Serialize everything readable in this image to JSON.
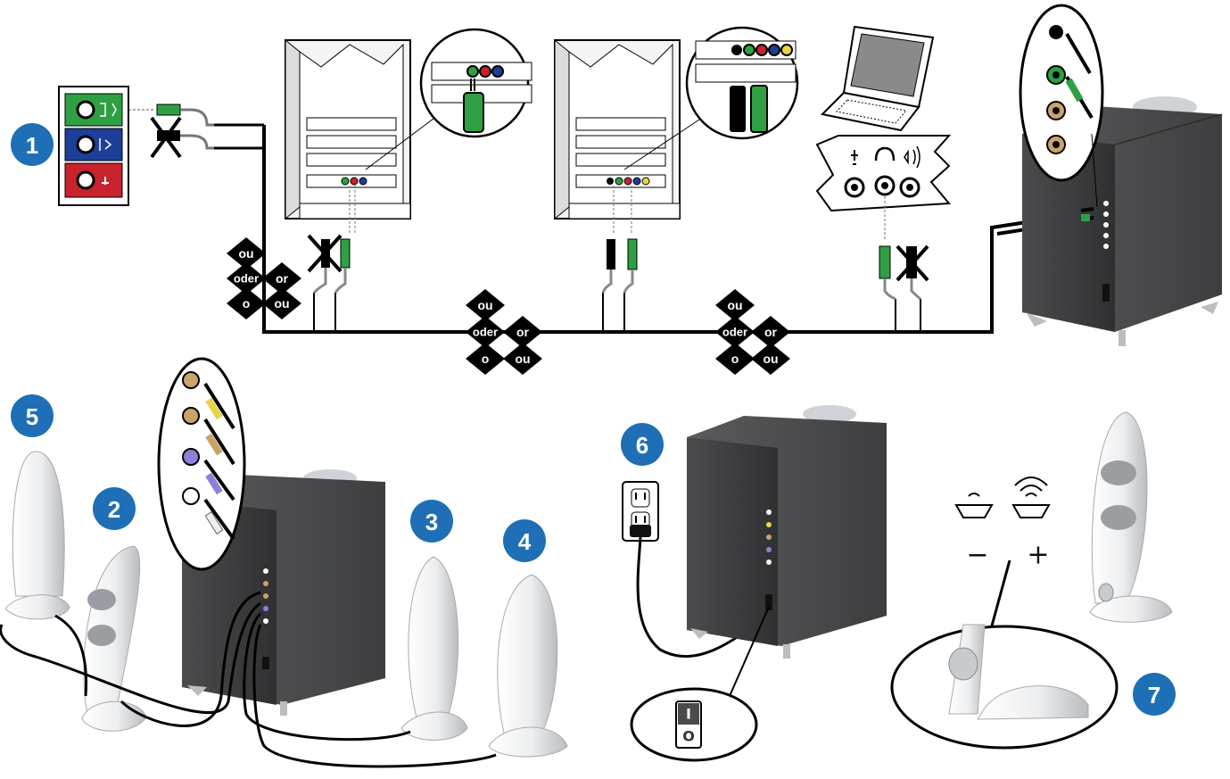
{
  "steps": [
    "1",
    "2",
    "3",
    "4",
    "5",
    "6",
    "7"
  ],
  "alternatives": {
    "group1": {
      "ou_top": "ou",
      "oder": "oder",
      "or": "or",
      "o": "o",
      "ou_bottom": "ou"
    },
    "group2": {
      "ou_top": "ou",
      "oder": "oder",
      "or": "or",
      "o": "o",
      "ou_bottom": "ou"
    },
    "group3": {
      "ou_top": "ou",
      "oder": "oder",
      "or": "or",
      "o": "o",
      "ou_bottom": "ou"
    }
  },
  "volume": {
    "minus": "−",
    "plus": "+"
  },
  "power_switch": {
    "on": "I",
    "off": "O"
  },
  "icons": [
    "sound-card-jacks-icon",
    "pc-tower-icon",
    "laptop-icon",
    "audio-jacks-icon",
    "subwoofer-icon",
    "satellite-speaker-icon",
    "wall-outlet-icon",
    "power-switch-icon",
    "volume-knob-icon",
    "speaker-volume-icon"
  ],
  "colors": {
    "step_badge": "#1e6fb5",
    "green_jack": "#2ea043",
    "blue_jack": "#1d3f9a",
    "red_jack": "#c8232c",
    "subwoofer": "#4a4b4d",
    "speaker": "#eef0f2"
  }
}
